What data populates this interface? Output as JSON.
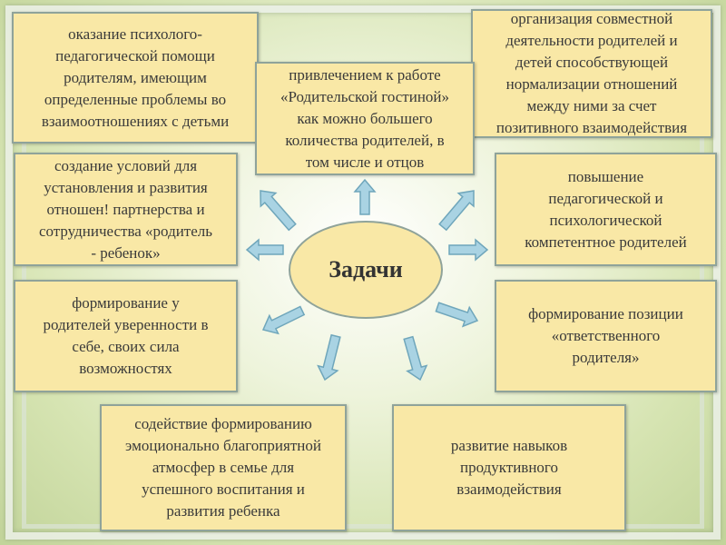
{
  "center": {
    "label": "Задачи"
  },
  "boxes": [
    "оказание психолого-\nпедагогической помощи\nродителям, имеющим\nопределенные проблемы во\nвзаимоотношениях с детьми",
    "привлечением к работе\n«Родительской гостиной»\nкак можно большего\nколичества родителей, в\nтом числе и отцов",
    "организация совместной\nдеятельности родителей и\nдетей способствующей\nнормализации отношений\nмежду ними за счет\nпозитивного взаимодействия",
    "создание условий для\nустановления и развития\nотношен! партнерства и\nсотрудничества «родитель\n- ребенок»",
    "повышение\nпедагогической и\nпсихологической\nкомпетентное родителей",
    "формирование у\nродителей уверенности в\nсебе, своих сила\nвозможностях",
    "формирование  позиции\n«ответственного\nродителя»",
    "содействие формированию\nэмоционально благоприятной\nатмосфер в семье для\nуспешного воспитания и\nразвития ребенка",
    "развитие навыков\nпродуктивного\nвзаимодействия"
  ],
  "colors": {
    "box": "#f9e8a6",
    "arrow_fill": "#a9d3e3",
    "arrow_stroke": "#6fa6bb"
  }
}
